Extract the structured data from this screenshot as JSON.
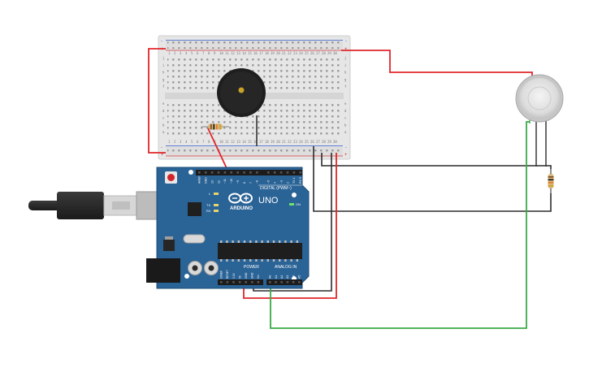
{
  "board": {
    "brand": "ARDUINO",
    "model": "UNO",
    "digital_label": "DIGITAL (PWM~)",
    "power_label": "POWER",
    "analog_label": "ANALOG IN",
    "l_label": "L",
    "tx_label": "TX",
    "rx_label": "RX",
    "on_label": "ON",
    "digital_pins": [
      "AREF",
      "GND",
      "13",
      "12",
      "~11",
      "~10",
      "~9",
      "8",
      "7",
      "~6",
      "~5",
      "4",
      "~3",
      "2",
      "TX 1",
      "RX 0"
    ],
    "power_pins": [
      "IOREF",
      "RESET",
      "3.3V",
      "5V",
      "GND",
      "GND",
      "Vin"
    ],
    "analog_pins": [
      "A0",
      "A1",
      "A2",
      "A3",
      "A4",
      "A5"
    ]
  },
  "breadboard": {
    "row_letters_top": [
      "j",
      "i",
      "h",
      "g",
      "f"
    ],
    "row_letters_bottom": [
      "e",
      "d",
      "c",
      "b",
      "a"
    ],
    "column_numbers": [
      "1",
      "2",
      "3",
      "4",
      "5",
      "6",
      "7",
      "8",
      "9",
      "10",
      "11",
      "12",
      "13",
      "14",
      "15",
      "16",
      "17",
      "18",
      "19",
      "20",
      "21",
      "22",
      "23",
      "24",
      "25",
      "26",
      "27",
      "28",
      "29",
      "30"
    ],
    "rail_plus": "+",
    "rail_minus": "-"
  },
  "colors": {
    "wire_red": "#e0262b",
    "wire_black": "#2b2b2b",
    "wire_green": "#3aab48",
    "board_blue": "#2a6396",
    "breadboard": "#e4e4e4"
  },
  "components": [
    "arduino-uno",
    "breadboard",
    "piezo-buzzer",
    "resistor",
    "gas-sensor",
    "resistor",
    "usb-cable"
  ]
}
